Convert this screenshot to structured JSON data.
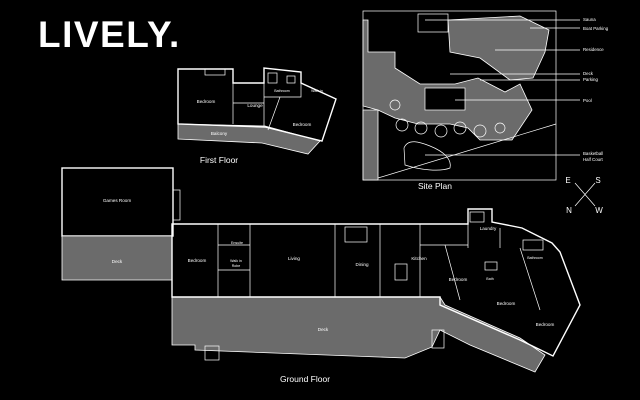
{
  "brand": {
    "logo": "LIVELY."
  },
  "first_floor": {
    "title": "First Floor",
    "rooms": {
      "bedroom_left": "Bedroom",
      "lounge": "Lounge",
      "bathroom": "Bathroom",
      "walk_in": "Walk in",
      "bedroom_right": "Bedroom",
      "balcony": "Balcony"
    }
  },
  "site_plan": {
    "title": "Site Plan",
    "legend": [
      {
        "label": "Sauna"
      },
      {
        "label": "Boat Parking"
      },
      {
        "label": "Residence"
      },
      {
        "label": "Deck"
      },
      {
        "label": "Parking"
      },
      {
        "label": "Pool"
      },
      {
        "label": "Basketball"
      },
      {
        "label": "Half Court"
      }
    ]
  },
  "compass": {
    "e": "E",
    "s": "S",
    "n": "N",
    "w": "W"
  },
  "ground_floor": {
    "title": "Ground Floor",
    "rooms": {
      "games_room": "Games Room",
      "deck_left": "Deck",
      "bedroom_main": "Bedroom",
      "ensuite": "Ensuite",
      "walk_in_robe_1": "Walk in",
      "walk_in_robe_2": "Robe",
      "living": "Living",
      "dining": "Dining",
      "kitchen": "Kitchen",
      "laundry": "Laundry",
      "bathroom": "Bathroom",
      "bedroom_a": "Bedroom",
      "bedroom_b": "Bedroom",
      "bedroom_c": "Bedroom",
      "bath_small": "Bath",
      "deck_main": "Deck"
    }
  }
}
